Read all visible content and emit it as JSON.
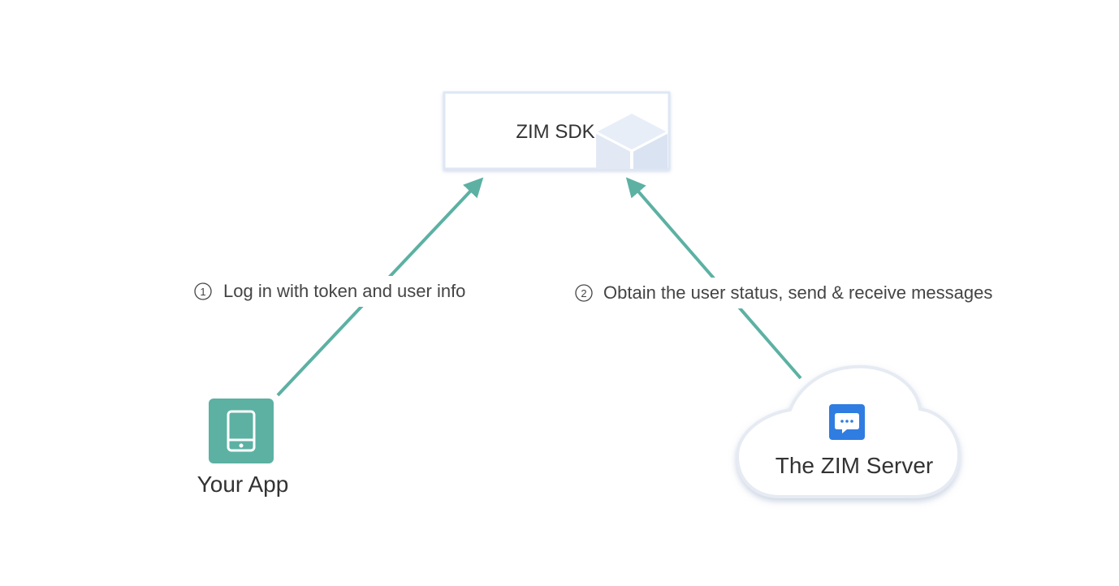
{
  "nodes": {
    "sdk": {
      "label": "ZIM SDK"
    },
    "app": {
      "label": "Your App"
    },
    "server": {
      "label": "The ZIM Server"
    }
  },
  "edges": [
    {
      "from": "app",
      "to": "sdk",
      "step": "1",
      "label": "Log in with token and user info"
    },
    {
      "from": "server",
      "to": "sdk",
      "step": "2",
      "label": "Obtain the user status, send & receive messages"
    }
  ],
  "colors": {
    "arrow": "#5cb1a3",
    "app_icon_bg": "#5cb1a3",
    "chat_icon_bg": "#2f7de1",
    "sdk_border": "#dfe7f4",
    "sdk_cube": "#e8eef8",
    "cloud_stroke": "#e6ebf3",
    "text": "#333333"
  },
  "icons": {
    "sdk": "cube-icon",
    "app": "phone-icon",
    "server": "chat-bubble-icon"
  }
}
